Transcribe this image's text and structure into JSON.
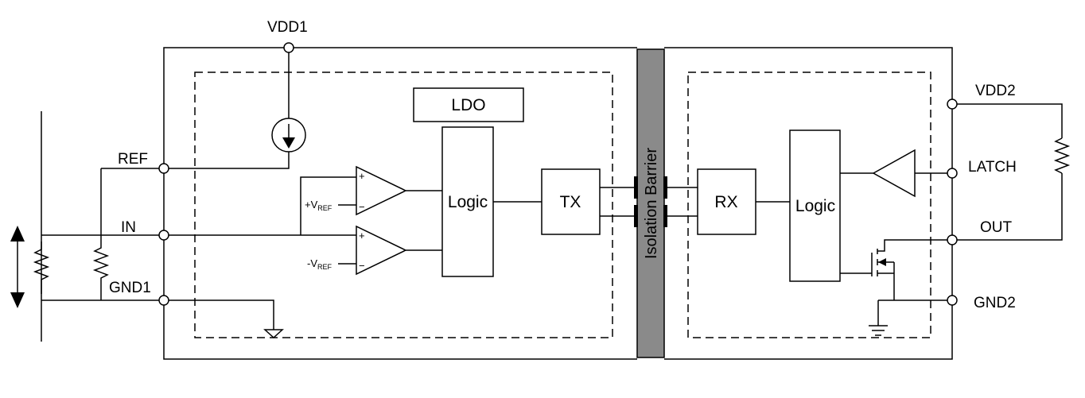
{
  "pins": {
    "vdd1": "VDD1",
    "ref": "REF",
    "in": "IN",
    "gnd1": "GND1",
    "vdd2": "VDD2",
    "latch": "LATCH",
    "out": "OUT",
    "gnd2": "GND2"
  },
  "blocks": {
    "ldo": "LDO",
    "logic_left": "Logic",
    "tx": "TX",
    "rx": "RX",
    "logic_right": "Logic"
  },
  "comparators": {
    "plus_sign": "+",
    "minus_sign": "−",
    "pos_ref_prefix": "+V",
    "neg_ref_prefix": "-V",
    "ref_subscript": "REF"
  },
  "barrier": {
    "label": "Isolation Barrier",
    "fill_color": "#8a8a8a"
  }
}
